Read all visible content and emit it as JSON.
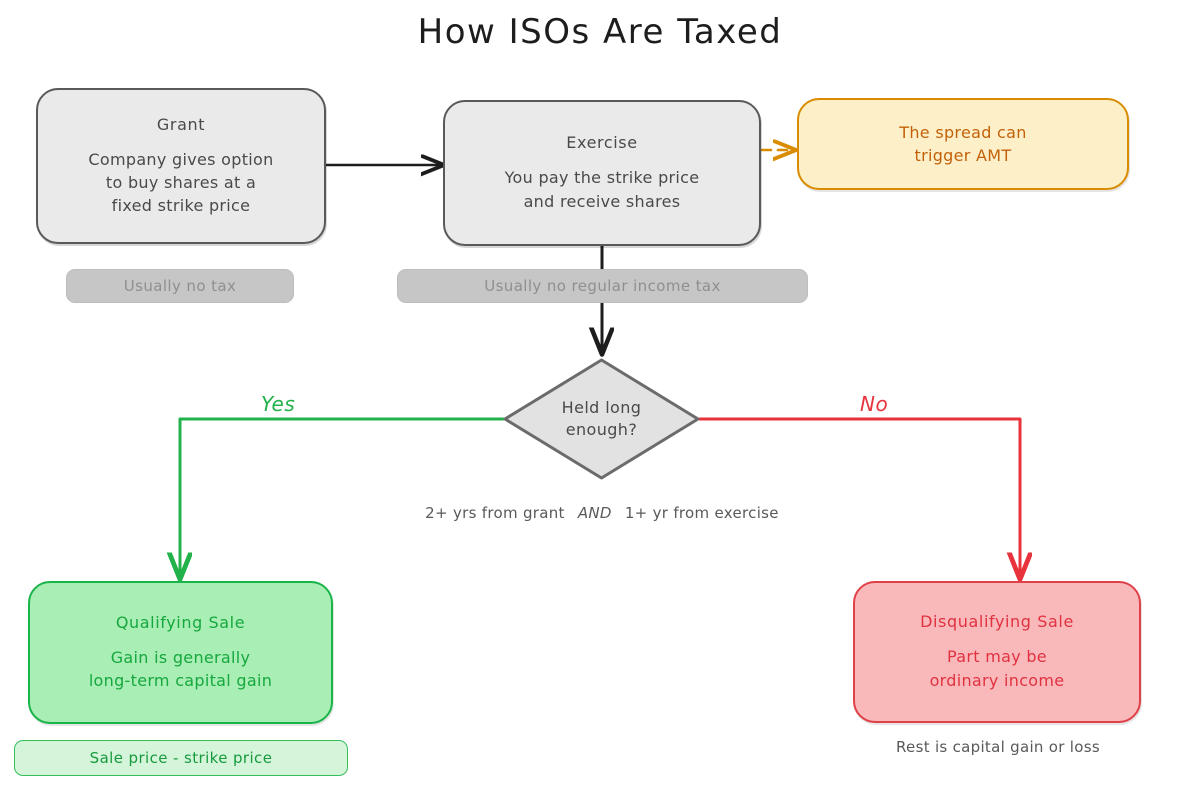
{
  "title": "How ISOs Are Taxed",
  "nodes": {
    "grant": {
      "title": "Grant",
      "body": "Company gives option\nto buy shares at a\nfixed strike price",
      "badge": "Usually no tax"
    },
    "exercise": {
      "title": "Exercise",
      "body": "You pay the strike price\nand receive shares",
      "badge": "Usually no regular income tax"
    },
    "amt": {
      "body": "The spread can\ntrigger AMT"
    },
    "decision": {
      "body": "Held long\nenough?",
      "note_pre": "2+ yrs from grant",
      "note_em": "AND",
      "note_post": "1+ yr from exercise"
    },
    "qualifying": {
      "title": "Qualifying Sale",
      "body": "Gain is generally\nlong-term capital gain",
      "badge": "Sale price - strike price"
    },
    "disqualifying": {
      "title": "Disqualifying Sale",
      "body": "Part may be\nordinary income",
      "caption": "Rest is capital gain or loss"
    }
  },
  "edges": {
    "yes_label": "Yes",
    "no_label": "No"
  },
  "colors": {
    "gray_fill": "#eaeaea",
    "gray_stroke": "#595959",
    "amber_fill": "#fdf0c8",
    "amber_stroke": "#d98c00",
    "amber_text": "#c2610a",
    "green_fill": "#a9eeb4",
    "green_stroke": "#19b44a",
    "green_text": "#16a83f",
    "red_fill": "#f9b9bb",
    "red_stroke": "#e04048",
    "red_text": "#e0323f",
    "edge_black": "#1d1d1d",
    "edge_green": "#22b24c",
    "edge_red": "#e8323c",
    "badge_gray_fill": "#c6c6c6",
    "badge_gray_text": "#8f8f8f",
    "badge_green_fill": "#d5f5db",
    "background": "#ffffff"
  }
}
